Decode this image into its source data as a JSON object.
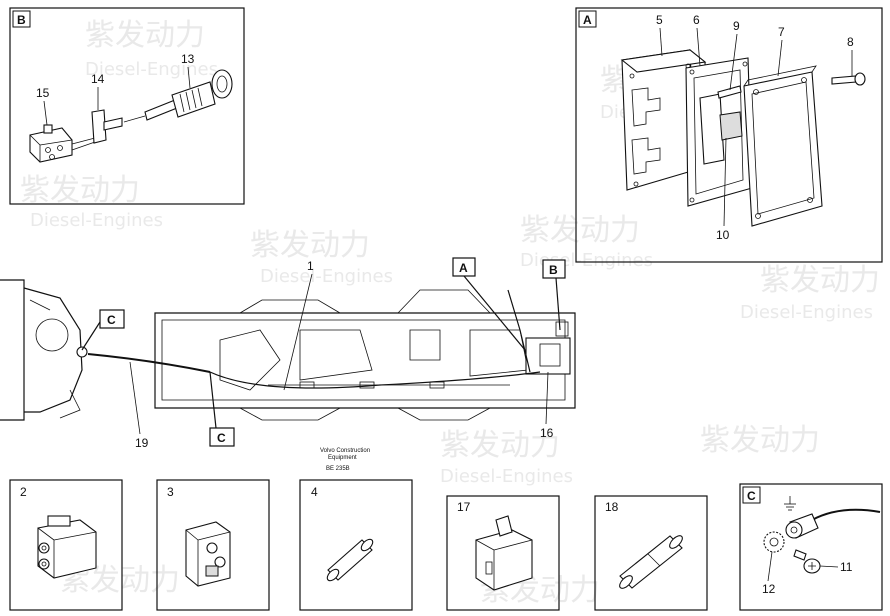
{
  "panels": {
    "A": {
      "tag": "A",
      "labels": [
        "5",
        "6",
        "9",
        "7",
        "8",
        "10"
      ]
    },
    "B": {
      "tag": "B",
      "labels": [
        "15",
        "14",
        "13"
      ]
    },
    "C": {
      "tag": "C",
      "labels": [
        "12",
        "11"
      ]
    }
  },
  "main": {
    "callouts": {
      "c_left": "C",
      "c_bottom": "C",
      "a": "A",
      "b": "B"
    },
    "labels": {
      "n1": "1",
      "n19": "19",
      "n16": "16"
    },
    "caption": {
      "line1": "Volvo Construction",
      "line2": "Equipment",
      "line3": "BE 235B"
    }
  },
  "parts": {
    "p2": "2",
    "p3": "3",
    "p4": "4",
    "p17": "17",
    "p18": "18"
  },
  "watermark": {
    "brand_cn": "紫发动力",
    "brand_en": "Diesel-Engines"
  }
}
